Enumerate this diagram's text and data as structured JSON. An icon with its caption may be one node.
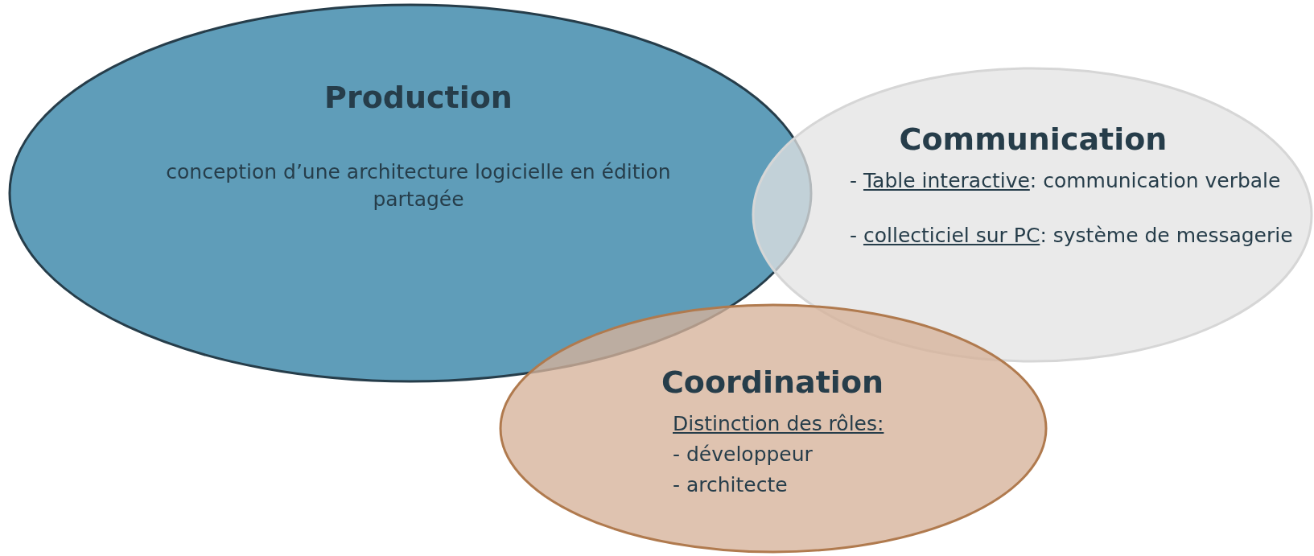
{
  "diagram": {
    "nodes": [
      {
        "text": [
          "Production",
          "conception d’une architecture logicielle en édition partagée"
        ]
      },
      {
        "text": [
          "Communication",
          "- Table interactive: communication verbale",
          "- collecticiel sur PC: système de messagerie"
        ]
      },
      {
        "text": [
          "Coordination",
          "Distinction des rôles:",
          "- développeur",
          "- architecte"
        ]
      }
    ],
    "edges": []
  }
}
